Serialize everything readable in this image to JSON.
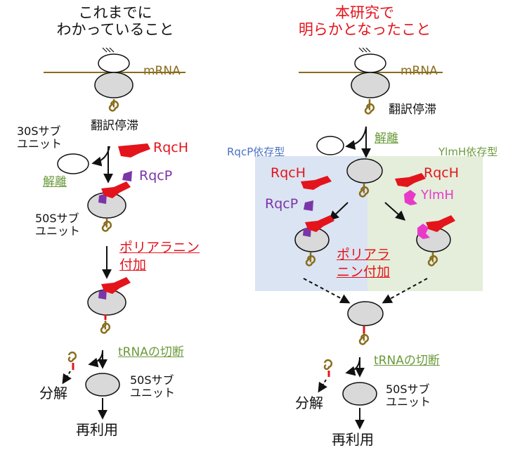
{
  "left": {
    "heading": [
      "これまでに",
      "わかっていること"
    ],
    "mrna": "mRNA",
    "stall": "翻訳停滞",
    "sub30": [
      "30Sサブ",
      "ユニット"
    ],
    "rqch": "RqcH",
    "rqcp": "RqcP",
    "dissociation": "解離",
    "sub50": [
      "50Sサブ",
      "ユニット"
    ],
    "polyala": [
      "ポリアラニン",
      "付加"
    ],
    "trna_cleave": "tRNAの切断",
    "degrade": "分解",
    "sub50_end": [
      "50Sサブ",
      "ユニット"
    ],
    "recycle": "再利用"
  },
  "right": {
    "heading": [
      "本研究で",
      "明らかとなったこと"
    ],
    "mrna": "mRNA",
    "stall": "翻訳停滞",
    "dissociation": "解離",
    "rqcp_dep": "RqcP依存型",
    "ylmh_dep": "YlmH依存型",
    "rqch_a": "RqcH",
    "rqcp": "RqcP",
    "rqch_b": "RqcH",
    "ylmh": "YlmH",
    "polyala": [
      "ポリアラ",
      "ニン付加"
    ],
    "trna_cleave": "tRNAの切断",
    "degrade": "分解",
    "sub50_end": [
      "50Sサブ",
      "ユニット"
    ],
    "recycle": "再利用"
  },
  "colors": {
    "red": "#e4141c",
    "purple": "#7a36a8",
    "magenta": "#e83ac8",
    "green": "#6a9a3a",
    "blue": "#4a72c4",
    "mrna": "#8a6d1c",
    "ribosome": "#d9d9d9",
    "panel_blue": "#dbe4f2",
    "panel_green": "#e4eedb"
  }
}
